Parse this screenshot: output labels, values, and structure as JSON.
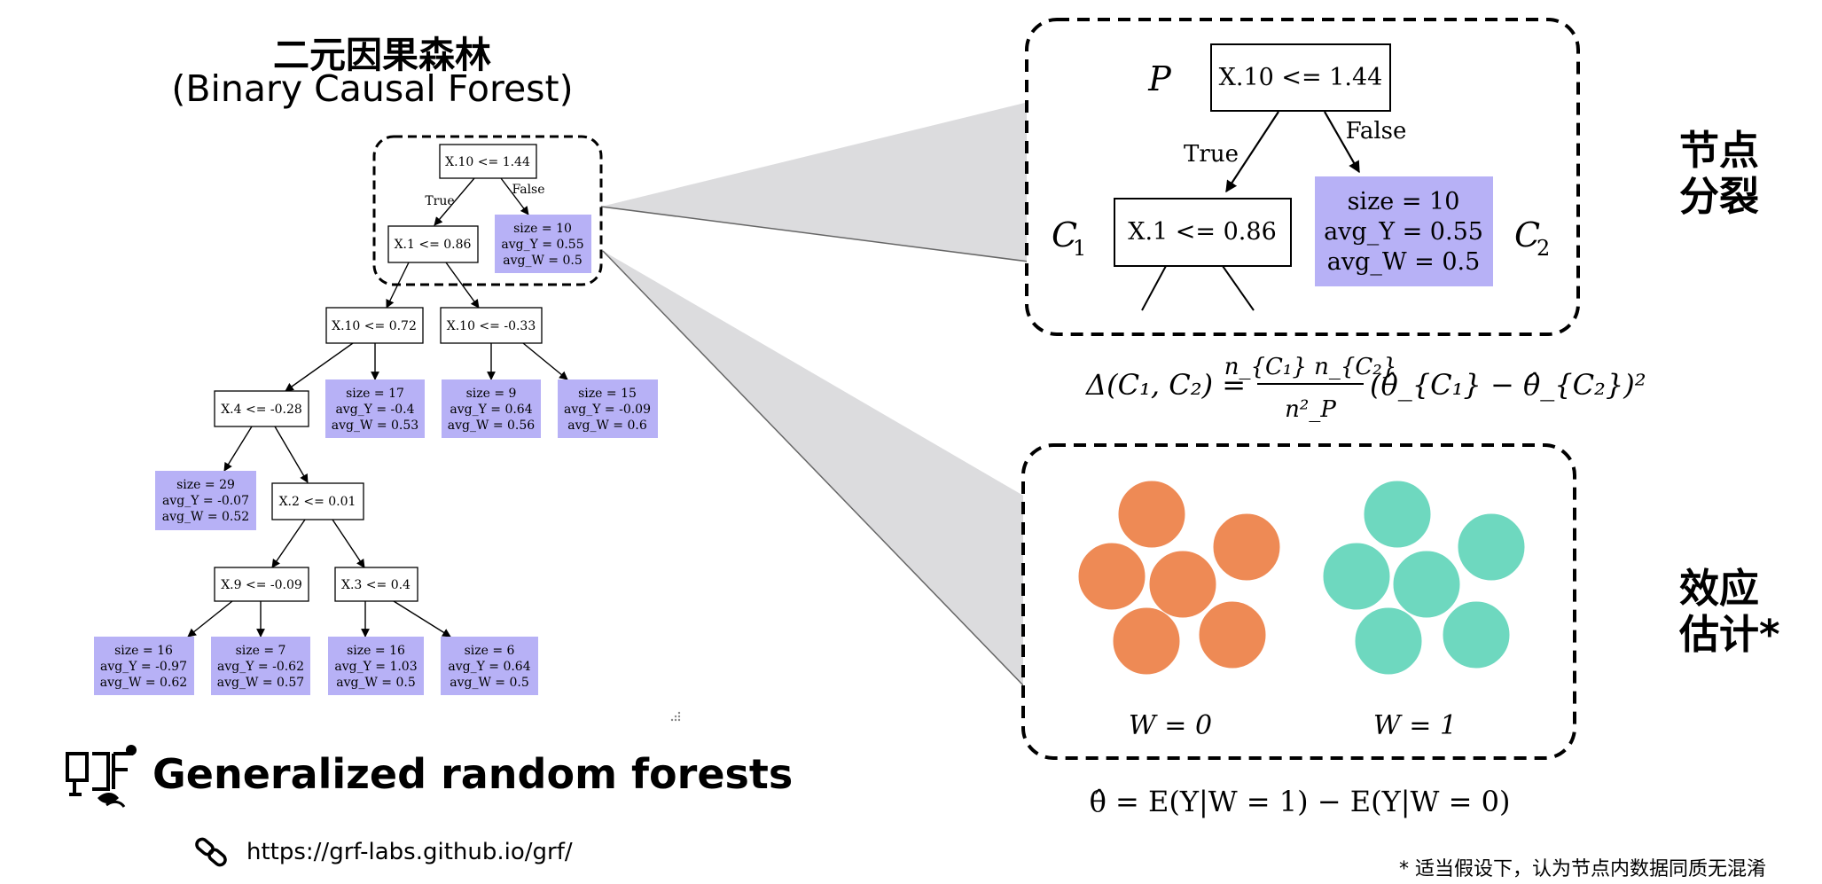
{
  "title_zh": "二元因果森林",
  "title_en": "(Binary Causal Forest)",
  "tree": {
    "root": "X.10 <= 1.44",
    "true_label": "True",
    "false_label": "False",
    "n_x1": "X.1 <= 0.86",
    "leaf_a": [
      "size =  10",
      "avg_Y = 0.55",
      "avg_W = 0.5"
    ],
    "n_x10b": "X.10 <= 0.72",
    "n_x10c": "X.10 <= -0.33",
    "leaf_b": [
      "size =  17",
      "avg_Y = -0.4",
      "avg_W = 0.53"
    ],
    "leaf_c": [
      "size =  9",
      "avg_Y = 0.64",
      "avg_W = 0.56"
    ],
    "leaf_d": [
      "size =  15",
      "avg_Y = -0.09",
      "avg_W = 0.6"
    ],
    "n_x4": "X.4 <= -0.28",
    "leaf_e": [
      "size =  29",
      "avg_Y = -0.07",
      "avg_W = 0.52"
    ],
    "n_x2": "X.2 <= 0.01",
    "n_x9": "X.9 <= -0.09",
    "n_x3": "X.3 <= 0.4",
    "leaf_f": [
      "size =  16",
      "avg_Y = -0.97",
      "avg_W = 0.62"
    ],
    "leaf_g": [
      "size =  7",
      "avg_Y = -0.62",
      "avg_W = 0.57"
    ],
    "leaf_h": [
      "size =  16",
      "avg_Y = 1.03",
      "avg_W = 0.5"
    ],
    "leaf_i": [
      "size =  6",
      "avg_Y = 0.64",
      "avg_W = 0.5"
    ]
  },
  "zoom": {
    "p_label": "P",
    "c1_label": "C",
    "c1_sub": "1",
    "c2_label": "C",
    "c2_sub": "2",
    "root": "X.10 <= 1.44",
    "true_label": "True",
    "false_label": "False",
    "c1_node": "X.1 <= 0.86",
    "c2_leaf": [
      "size =  10",
      "avg_Y = 0.55",
      "avg_W = 0.5"
    ]
  },
  "split_formula": {
    "lhs": "Δ(C₁, C₂) =",
    "numerator": "n_{C₁} n_{C₂}",
    "denominator": "n²_P",
    "rhs": "(θ̂_{C₁} − θ̂_{C₂})²"
  },
  "effect": {
    "w0_label": "W = 0",
    "w1_label": "W = 1",
    "formula": "θ̂ = E(Y|W = 1) − E(Y|W = 0)",
    "color_w0": "#ee8a55",
    "color_w1": "#6ed8bf"
  },
  "side_labels": {
    "split": [
      "节点",
      "分裂"
    ],
    "effect": [
      "效应",
      "估计*"
    ]
  },
  "colors": {
    "leaf_fill": "#b7b1f6"
  },
  "grf_title": "Generalized random forests",
  "link": "https://grf-labs.github.io/grf/",
  "footnote": "* 适当假设下，认为节点内数据同质无混淆"
}
